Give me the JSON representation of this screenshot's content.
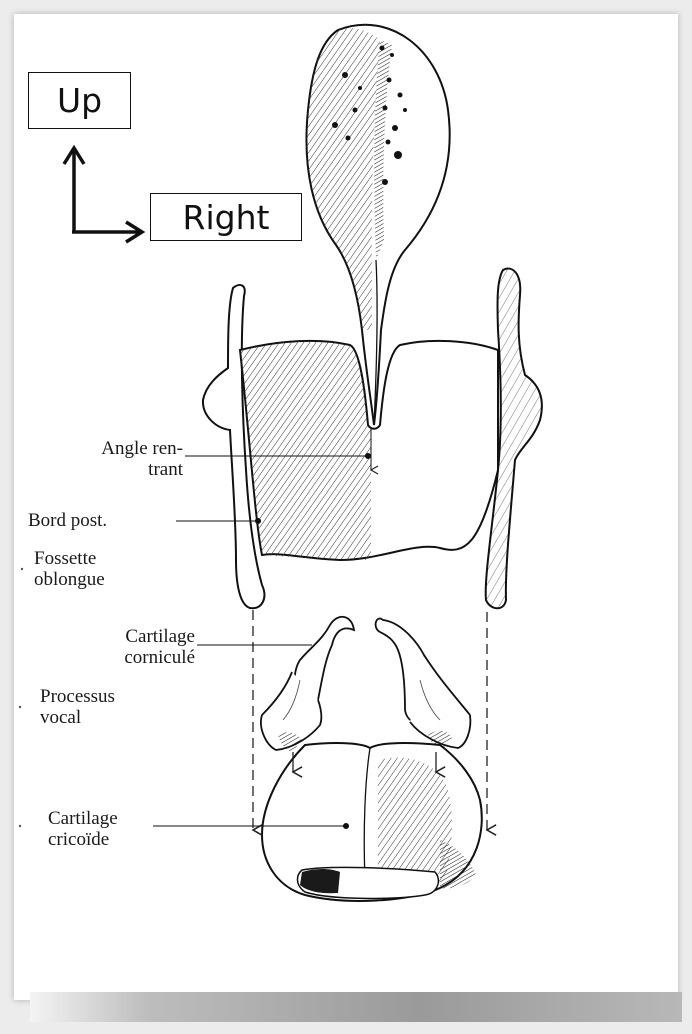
{
  "orientation": {
    "up_label": "Up",
    "right_label": "Right"
  },
  "labels": {
    "angle_rentrant": [
      "Angle ren-",
      "trant"
    ],
    "bord_post": [
      "Bord post."
    ],
    "fossette_oblongue": [
      "Fossette",
      "oblongue"
    ],
    "cartilage_cornicule": [
      "Cartilage",
      "corniculé"
    ],
    "processus_vocal": [
      "Processus",
      "vocal"
    ],
    "cartilage_cricoide": [
      "Cartilage",
      "cricoïde"
    ]
  }
}
